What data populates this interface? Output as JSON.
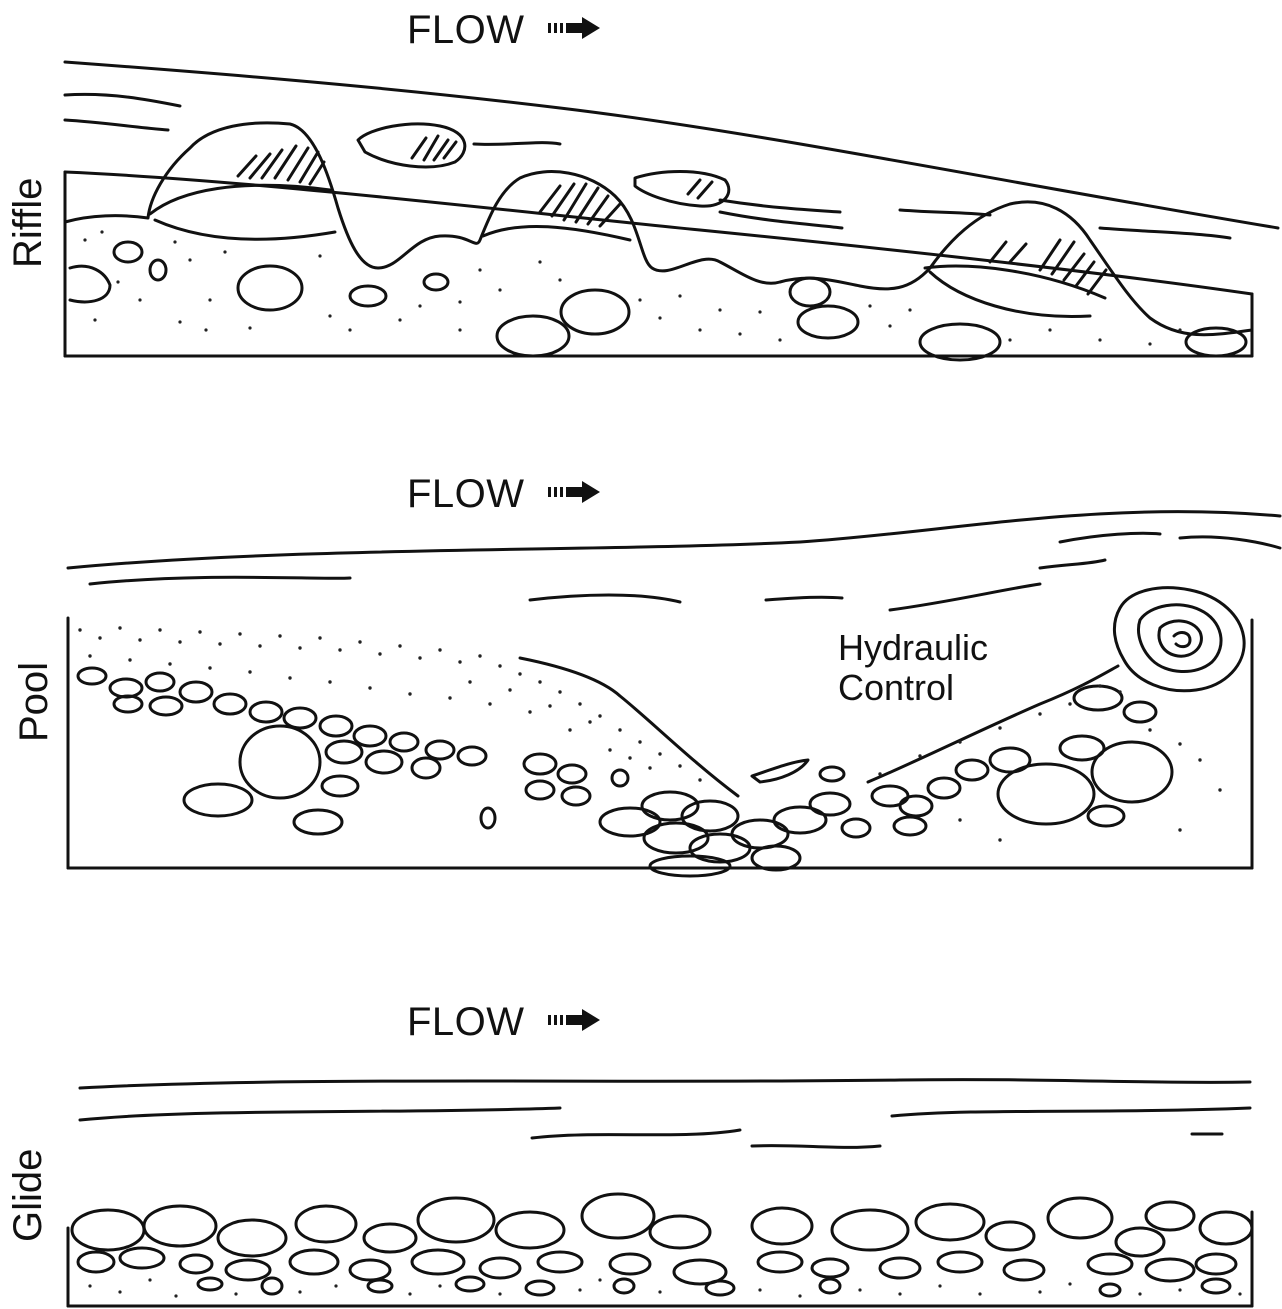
{
  "panels": [
    {
      "id": "riffle",
      "side_label": "Riffle",
      "flow_label": "FLOW"
    },
    {
      "id": "pool",
      "side_label": "Pool",
      "flow_label": "FLOW",
      "annotation": [
        "Hydraulic",
        "Control"
      ]
    },
    {
      "id": "glide",
      "side_label": "Glide",
      "flow_label": "FLOW"
    }
  ],
  "icons": {
    "flow_arrow": "dashed-right-arrow-icon"
  }
}
